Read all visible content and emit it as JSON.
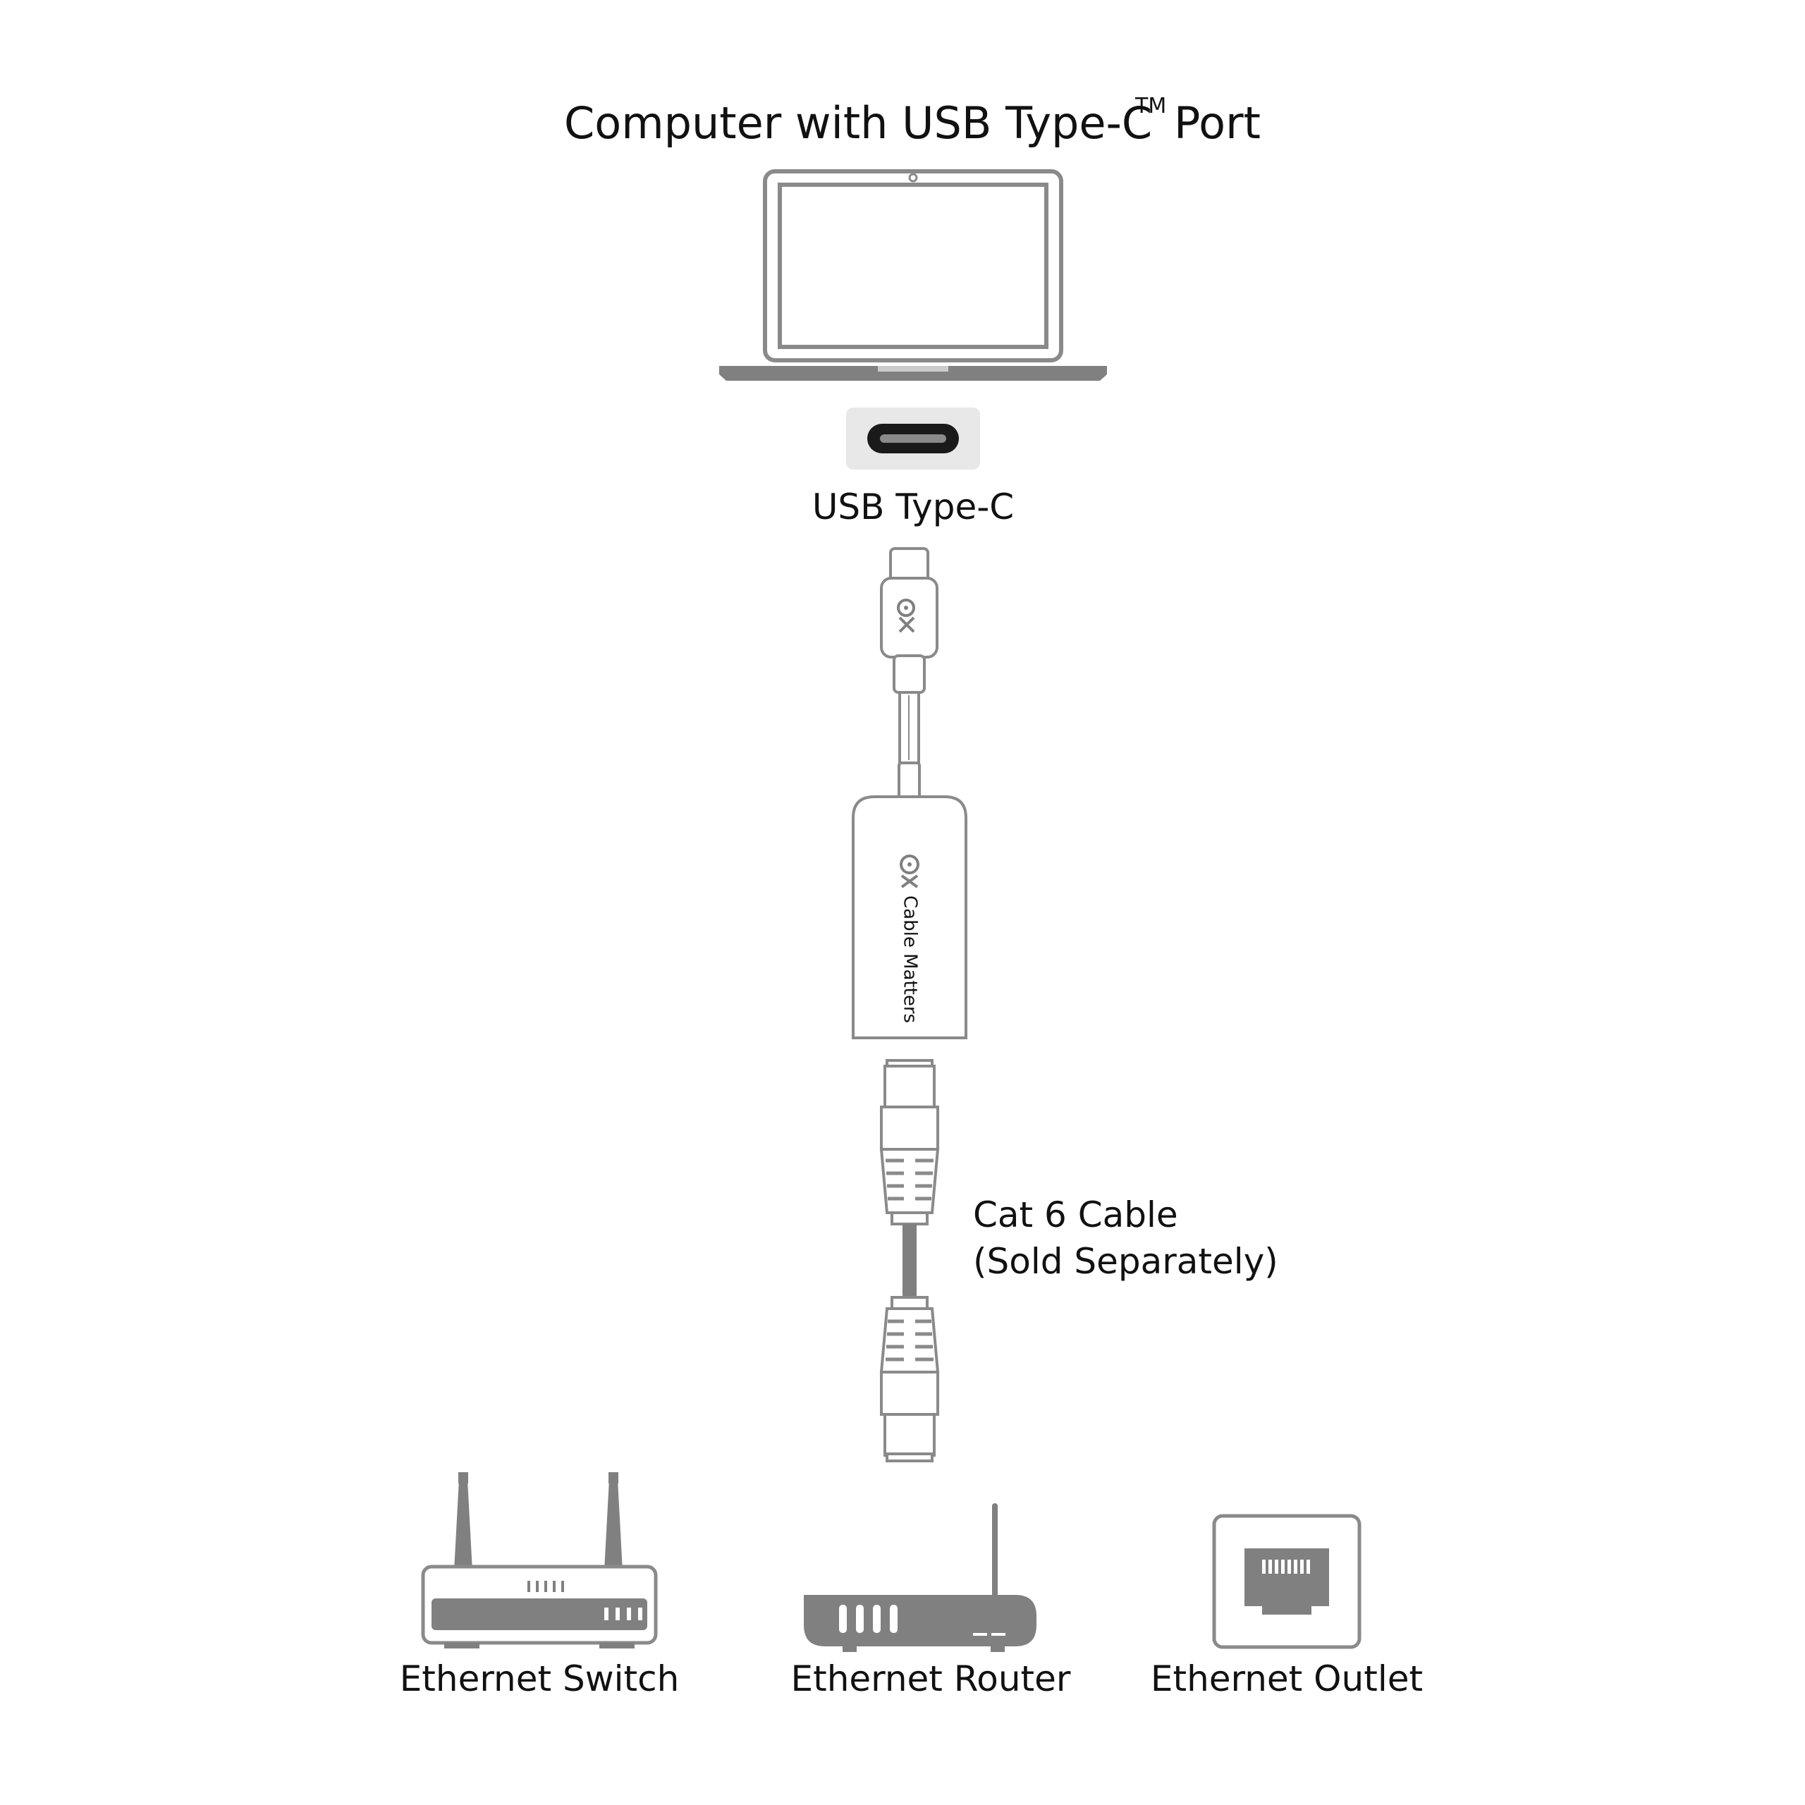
{
  "title": {
    "main": "Computer with USB Type-C",
    "tm": "TM",
    "suffix": "Port"
  },
  "port_label": "USB Type-C",
  "adapter_brand": "Cable Matters",
  "cable_label": {
    "line1": "Cat 6 Cable",
    "line2": "(Sold Separately)"
  },
  "devices": {
    "switch": "Ethernet Switch",
    "router": "Ethernet Router",
    "outlet": "Ethernet Outlet"
  },
  "colors": {
    "line": "#8a8a8a",
    "fill_gray": "#808080",
    "port_bg": "#e8e8e8",
    "port_slot": "#1a1a1a",
    "text": "#111111"
  }
}
